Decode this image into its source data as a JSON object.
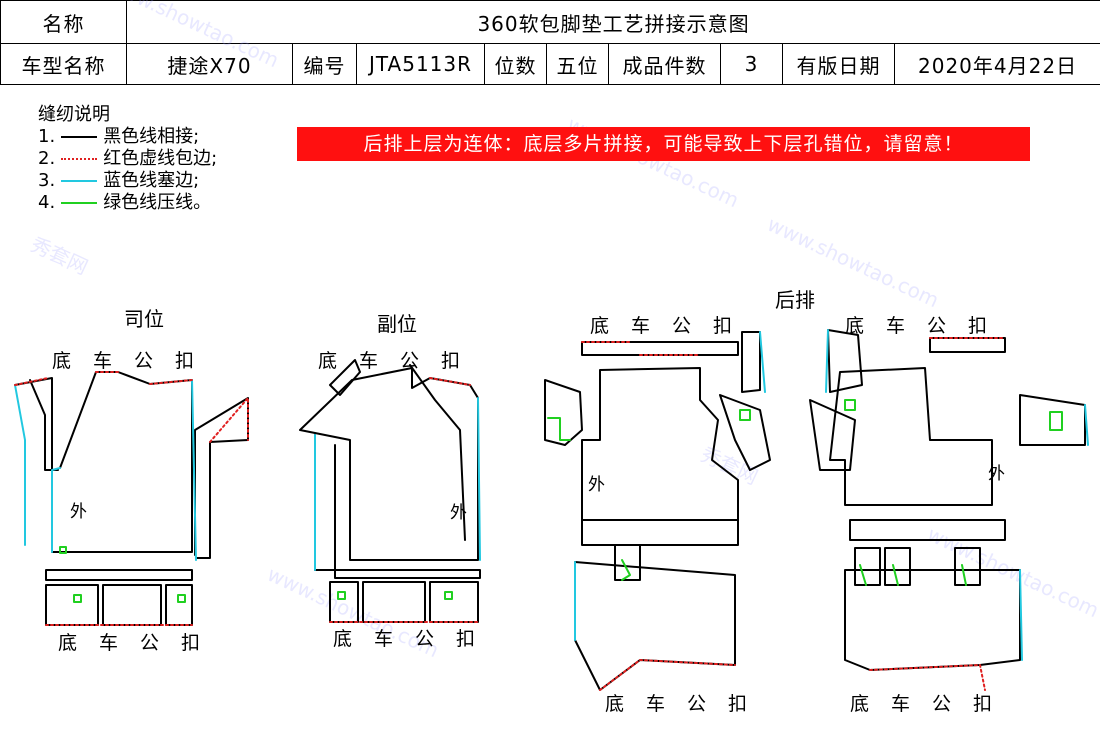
{
  "header": {
    "name_label": "名称",
    "title": "360软包脚垫工艺拼接示意图",
    "model_label": "车型名称",
    "model_value": "捷途X70",
    "code_label": "编号",
    "code_value": "JTA5113R",
    "seats_label": "位数",
    "seats_value": "五位",
    "pieces_label": "成品件数",
    "pieces_value": "3",
    "date_label": "有版日期",
    "date_value": "2020年4月22日"
  },
  "legend": {
    "title": "缝纫说明",
    "items": [
      {
        "num": "1.",
        "text": "黑色线相接;",
        "color": "#000000",
        "style": "solid"
      },
      {
        "num": "2.",
        "text": "红色虚线包边;",
        "color": "#e02020",
        "style": "dotted"
      },
      {
        "num": "3.",
        "text": "蓝色线塞边;",
        "color": "#22c8e0",
        "style": "solid"
      },
      {
        "num": "4.",
        "text": "绿色线压线。",
        "color": "#20d020",
        "style": "solid"
      }
    ]
  },
  "warning": "后排上层为连体：底层多片拼接，可能导致上下层孔错位，请留意！",
  "sections": {
    "driver": "司位",
    "passenger": "副位",
    "rear": "后排"
  },
  "labels": {
    "buckle": "底车公扣",
    "outer": "外"
  },
  "watermark": {
    "cn": "秀套网",
    "url": "www.showtao.com"
  },
  "colors": {
    "black_line": "#000000",
    "red_dotted": "#e02020",
    "blue_line": "#22c8e0",
    "green_line": "#20d020",
    "banner": "#ff1010"
  }
}
